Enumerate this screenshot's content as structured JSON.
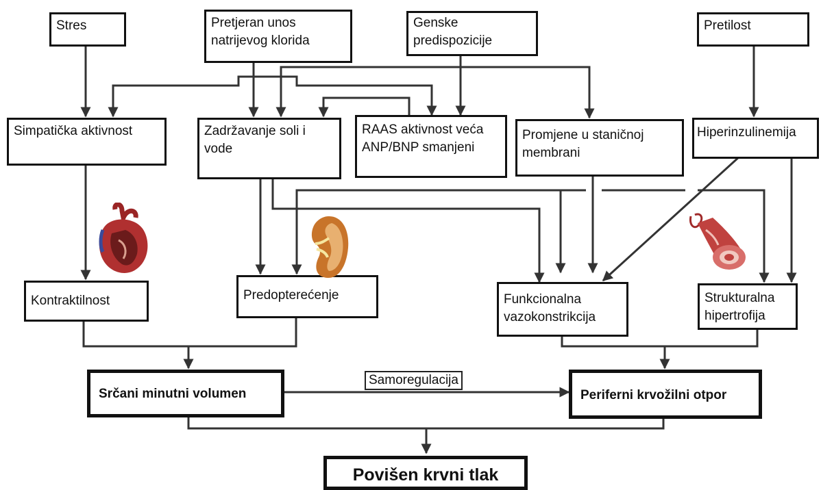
{
  "nodes": {
    "stres": "Stres",
    "natrij": "Pretjeran unos natrijevog klorida",
    "genske": "Genske predispozicije",
    "pretilost": "Pretilost",
    "simpaticka": "Simpatička aktivnost",
    "zadrzavanje": "Zadržavanje soli i vode",
    "raas": "RAAS aktivnost veća ANP/BNP smanjeni",
    "membrana": "Promjene u staničnoj membrani",
    "hiperinzulinemija": "Hiperinzulinemija",
    "kontraktilnost": "Kontraktilnost",
    "predopterecenje": "Predopterećenje",
    "vazokonstrikcija": "Funkcionalna vazokonstrikcija",
    "hipertrofija": "Strukturalna hipertrofija",
    "minutni_volumen": "Srčani minutni volumen",
    "otpor": "Periferni krvožilni otpor",
    "tlak": "Povišen krvni tlak"
  },
  "labels": {
    "samoregulacija": "Samoregulacija"
  },
  "illustrations": [
    "heart-illustration",
    "kidney-illustration",
    "blood-vessel-illustration"
  ],
  "colors": {
    "line": "#333333",
    "box_border": "#111111",
    "heart": "#b03030",
    "kidney": "#c8742a",
    "vessel": "#c0423f"
  }
}
